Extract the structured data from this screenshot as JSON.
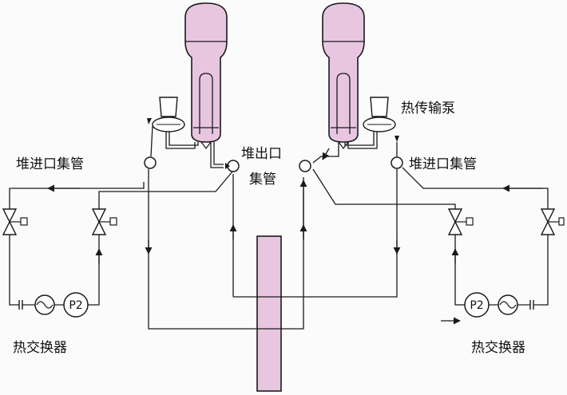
{
  "labels": {
    "inlet_header_left": "堆进口集管",
    "inlet_header_right": "堆进口集管",
    "outlet_header_line1": "堆出口",
    "outlet_header_line2": "集管",
    "transport_pump": "热传输泵",
    "heat_exchanger_left": "热交换器",
    "heat_exchanger_right": "热交换器",
    "pump_left": "P2",
    "pump_right": "P2"
  },
  "colors": {
    "vessel_fill": "#e8c6e0",
    "line": "#1a1a1a",
    "background": "#fbfbfb"
  }
}
